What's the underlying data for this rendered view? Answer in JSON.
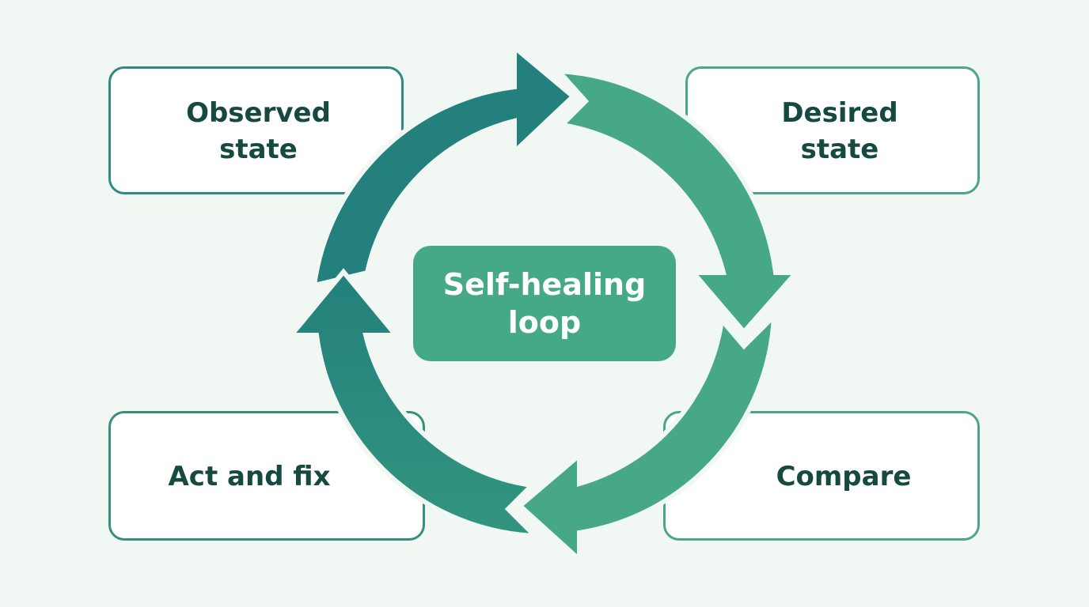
{
  "diagram": {
    "title": "",
    "center": {
      "label": "Self-healing\nloop"
    },
    "steps": [
      {
        "id": "observed",
        "label": "Observed\nstate"
      },
      {
        "id": "desired",
        "label": "Desired\nstate"
      },
      {
        "id": "compare",
        "label": "Compare"
      },
      {
        "id": "act",
        "label": "Act and fix"
      }
    ],
    "cycle_direction": "clockwise",
    "colors": {
      "background": "#f1f7f2",
      "box_fill": "#ffffff",
      "box_border": "#3d9a85",
      "text_dark": "#16493f",
      "center_fill": "#45a887",
      "center_text": "#ffffff",
      "arrow_teal": "#23807c",
      "arrow_green": "#47a886"
    }
  }
}
